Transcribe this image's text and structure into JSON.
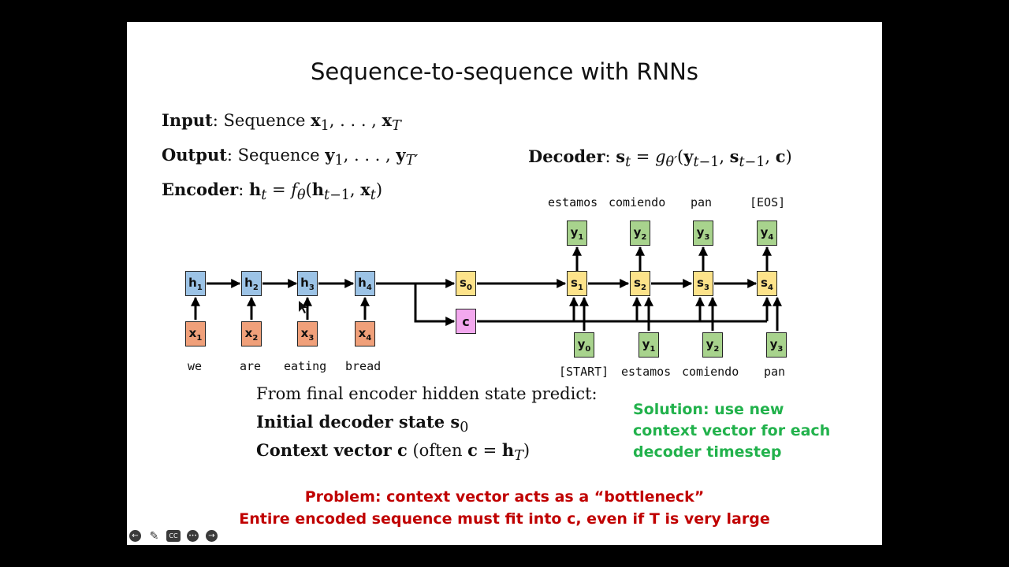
{
  "slide": {
    "title": "Sequence-to-sequence with RNNs",
    "input_label": "Input",
    "input_text": ": Sequence ",
    "output_label": "Output",
    "output_text": ": Sequence ",
    "encoder_label": "Encoder",
    "decoder_label": "Decoder"
  },
  "encoder": {
    "hidden": [
      "h1",
      "h2",
      "h3",
      "h4"
    ],
    "inputs": [
      "x1",
      "x2",
      "x3",
      "x4"
    ],
    "words": [
      "we",
      "are",
      "eating",
      "bread"
    ]
  },
  "decoder": {
    "initial_state": "s0",
    "context": "c",
    "states": [
      "s1",
      "s2",
      "s3",
      "s4"
    ],
    "outputs": [
      "y1",
      "y2",
      "y3",
      "y4"
    ],
    "output_words": [
      "estamos",
      "comiendo",
      "pan",
      "[EOS]"
    ],
    "inputs": [
      "y0",
      "y1",
      "y2",
      "y3"
    ],
    "input_words": [
      "[START]",
      "estamos",
      "comiendo",
      "pan"
    ]
  },
  "notes": {
    "predict_line": "From final encoder hidden state predict:",
    "initial_state_label": "Initial decoder state ",
    "context_label": "Context vector ",
    "often_text": " (often ",
    "solution_lines": [
      "Solution: use new",
      "context vector for each",
      "decoder timestep"
    ],
    "problem_line1": "Problem: context vector acts as a “bottleneck”",
    "problem_line2": "Entire encoded sequence must fit into c, even if T is very large"
  },
  "controls": {
    "prev": "←",
    "edit": "✎",
    "cc": "CC",
    "more": "•••",
    "next": "→"
  },
  "colors": {
    "encoder_hidden": "#9cc3e6",
    "encoder_input": "#f0a07a",
    "decoder_state": "#fde38a",
    "decoder_token": "#a8d38d",
    "context": "#f3a8ee",
    "solution": "#22b24c",
    "problem": "#c00000"
  }
}
